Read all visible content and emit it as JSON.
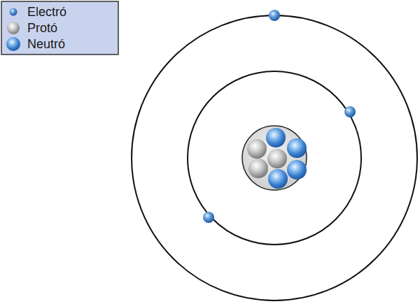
{
  "diagram": {
    "legend": [
      {
        "text": "Electró"
      },
      {
        "text": "Protó"
      },
      {
        "text": "Neutró"
      }
    ]
  }
}
